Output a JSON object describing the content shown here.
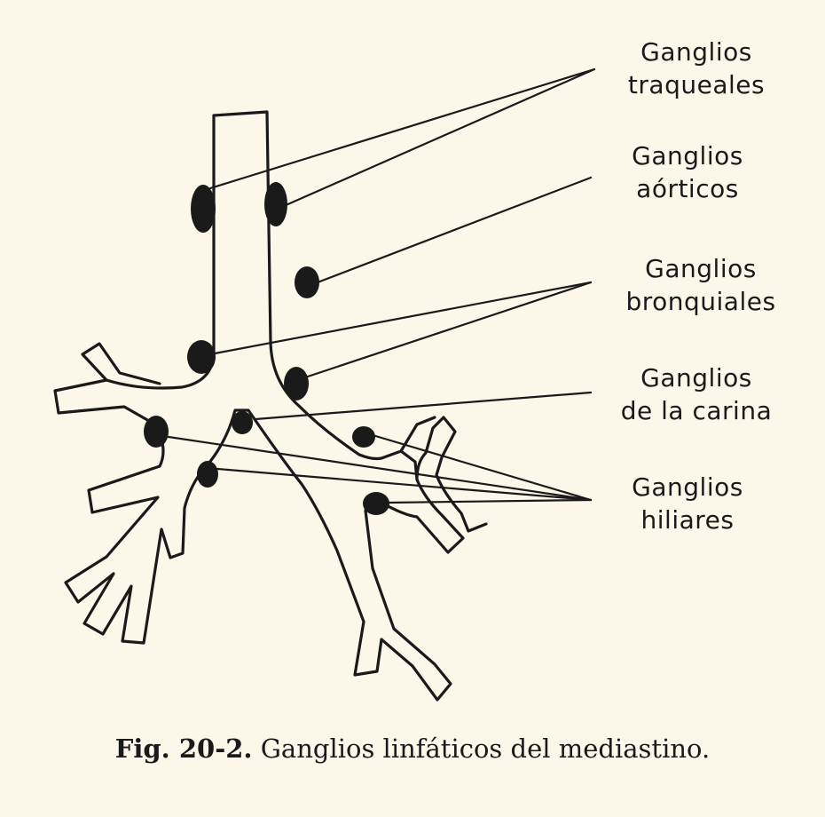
{
  "labels": {
    "tracheal": {
      "line1": "Ganglios",
      "line2": "traqueales"
    },
    "aortic": {
      "line1": "Ganglios",
      "line2": "aórticos"
    },
    "bronchial": {
      "line1": "Ganglios",
      "line2": "bronquiales"
    },
    "carina": {
      "line1": "Ganglios",
      "line2": "de la carina"
    },
    "hilar": {
      "line1": "Ganglios",
      "line2": "hiliares"
    }
  },
  "caption": {
    "number": "Fig. 20-2.",
    "text": "Ganglios linfáticos del mediastino."
  },
  "colors": {
    "background": "#fbf8e9",
    "ink": "#1a1a1a"
  }
}
